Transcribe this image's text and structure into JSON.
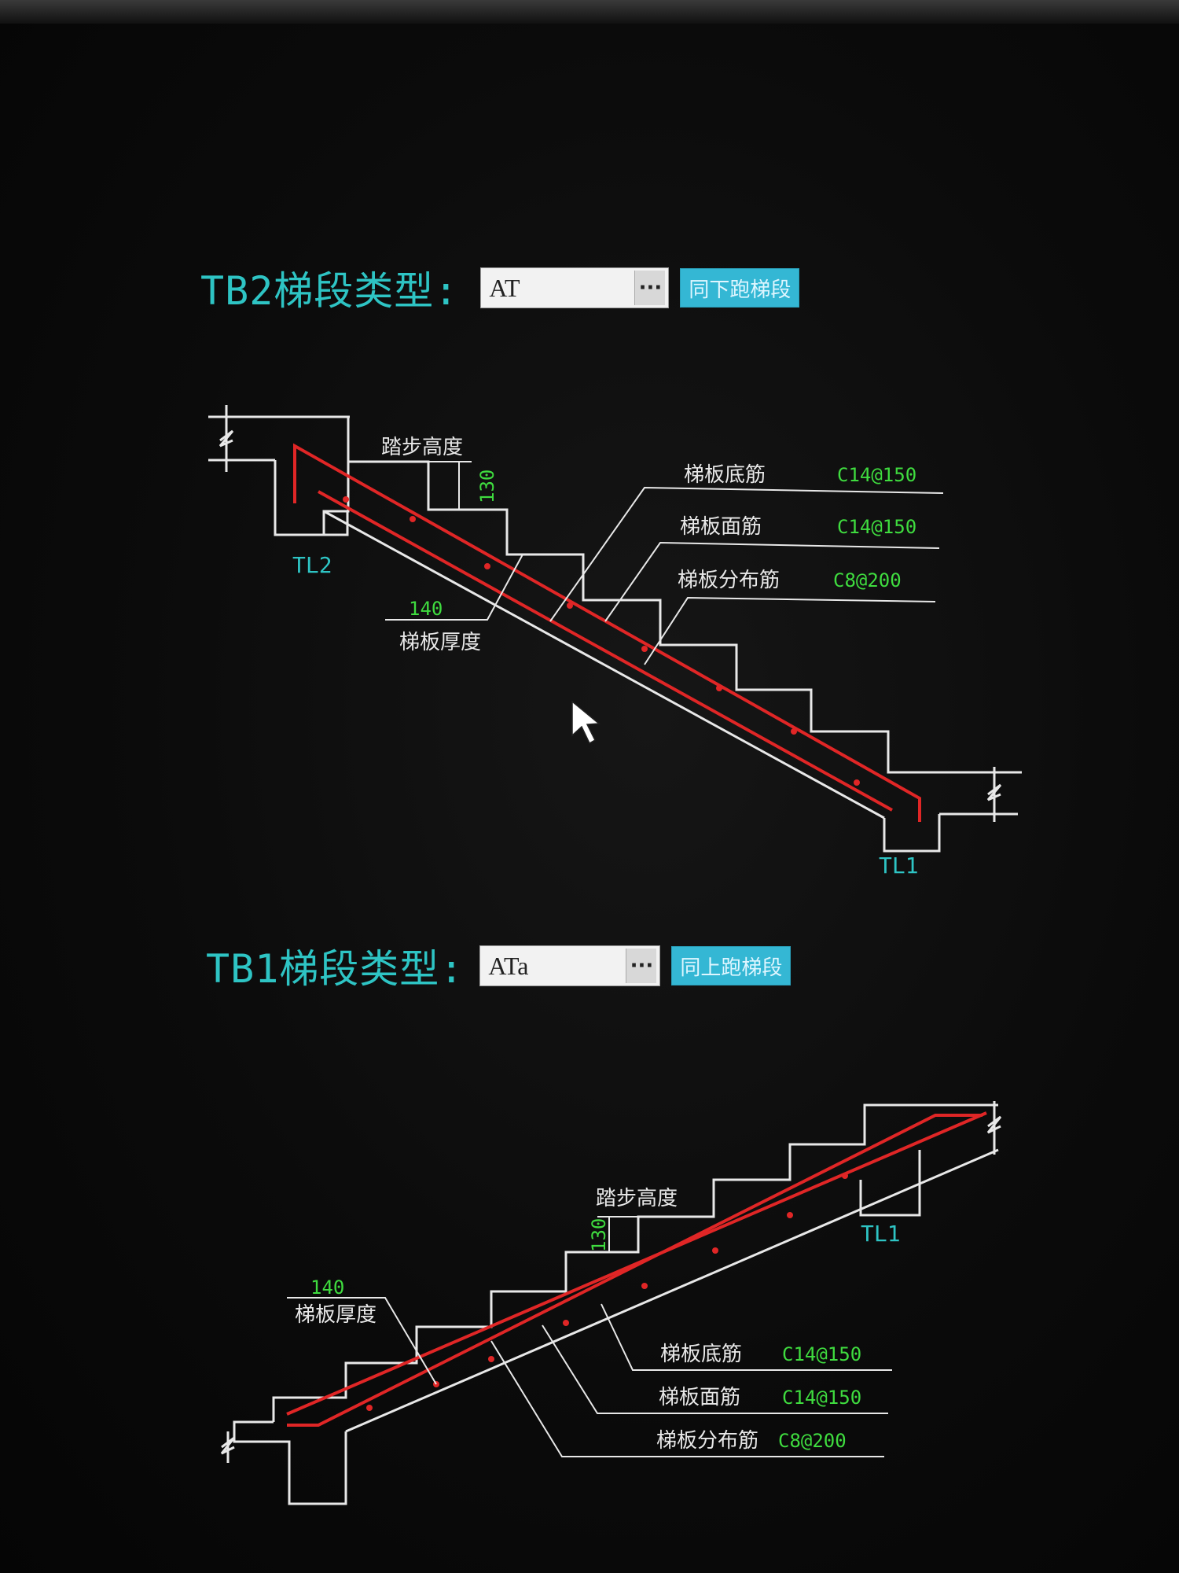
{
  "tb2": {
    "label": "TB2梯段类型:",
    "select_value": "AT",
    "ellipsis": "···",
    "button_label": "同下跑梯段",
    "step_height_label": "踏步高度",
    "step_height_value": "130",
    "beam_top": "TL2",
    "beam_bottom": "TL1",
    "thickness_value": "140",
    "thickness_label": "梯板厚度",
    "bottom_rebar_label": "梯板底筋",
    "bottom_rebar_value": "C14@150",
    "top_rebar_label": "梯板面筋",
    "top_rebar_value": "C14@150",
    "dist_rebar_label": "梯板分布筋",
    "dist_rebar_value": "C8@200"
  },
  "tb1": {
    "label": "TB1梯段类型:",
    "select_value": "ATa",
    "ellipsis": "···",
    "button_label": "同上跑梯段",
    "step_height_label": "踏步高度",
    "step_height_value": "130",
    "beam_top": "TL1",
    "thickness_value": "140",
    "thickness_label": "梯板厚度",
    "bottom_rebar_label": "梯板底筋",
    "bottom_rebar_value": "C14@150",
    "top_rebar_label": "梯板面筋",
    "top_rebar_value": "C14@150",
    "dist_rebar_label": "梯板分布筋",
    "dist_rebar_value": "C8@200"
  },
  "colors": {
    "label_cyan": "#2ec4c4",
    "rebar_red": "#e02626",
    "value_green": "#3fdc3f",
    "outline_white": "#e8e8e8",
    "button_blue": "#34b7d4"
  },
  "icons": [
    "pointer-cursor-icon"
  ]
}
